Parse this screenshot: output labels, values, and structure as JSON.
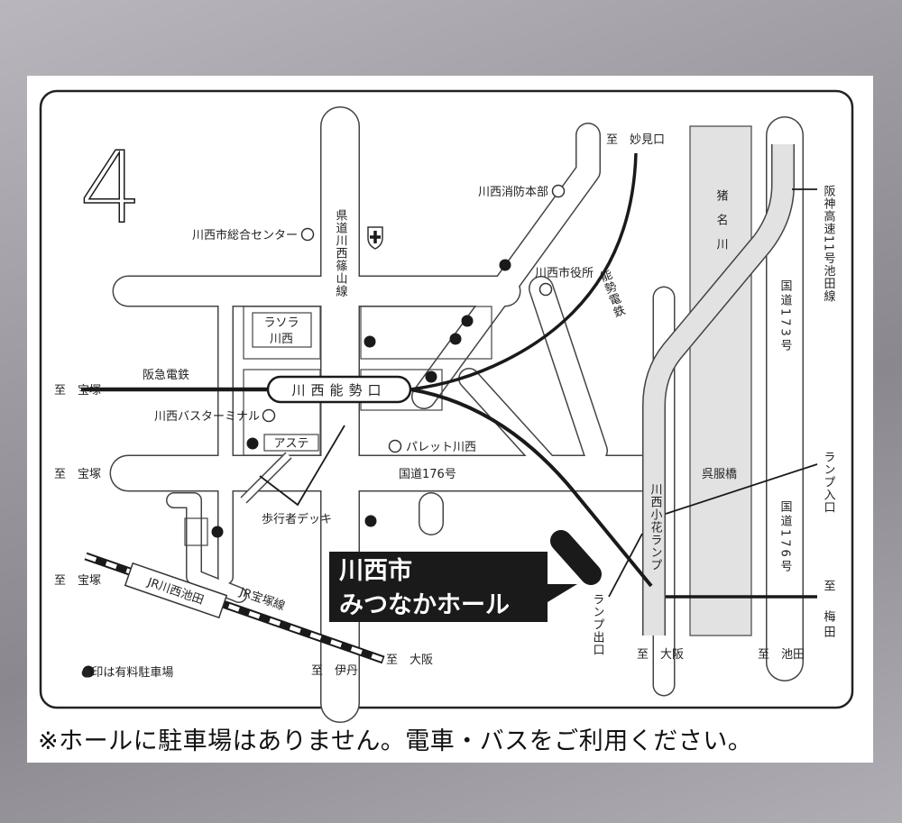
{
  "map": {
    "number": "4",
    "hall_name_line1": "川西市",
    "hall_name_line2": "みつなかホール",
    "station_main": "川西能勢口",
    "station_jr": "JR川西池田",
    "legend": "●印は有料駐車場",
    "footer_note": "※ホールに駐車場はありません。電車・バスをご利用ください。",
    "labels": {
      "sogo_center": "川西市総合センター",
      "shobo": "川西消防本部",
      "shiyakusho": "川西市役所",
      "lasora": "ラソラ",
      "lasora2": "川西",
      "bus_terminal": "川西バスターミナル",
      "aste": "アステ",
      "pallet": "パレット川西",
      "route176": "国道176号",
      "deck": "歩行者デッキ",
      "hankyu": "阪急電鉄",
      "jr_line": "JR宝塚線",
      "kuretoribashi": "呉服橋",
      "to_myokenguchi": "至　妙見口",
      "to_takarazuka_1": "至　宝塚",
      "to_takarazuka_2": "至　宝塚",
      "to_takarazuka_3": "至　宝塚",
      "to_osaka_jr": "至　大阪",
      "to_itami": "至　伊丹",
      "to_osaka_ramp": "至　大阪",
      "to_ikeda": "至　池田"
    },
    "vertical_labels": {
      "kendo": "県道川西篠山線",
      "nose_dentetsu": "能勢電鉄",
      "river": "猪名川",
      "hanshin": "阪神高速11号池田線",
      "route173": "国道173号",
      "route176_v": "国道176号",
      "ramp_in": "ランプ入口",
      "ramp_out": "ランプ出口",
      "obana_ramp": "川西小花ランプ",
      "to_umeda": "至　梅田"
    },
    "colors": {
      "ink": "#1a1a1a",
      "river": "#e2e2e2",
      "label_box": "#1a1a1a"
    }
  }
}
